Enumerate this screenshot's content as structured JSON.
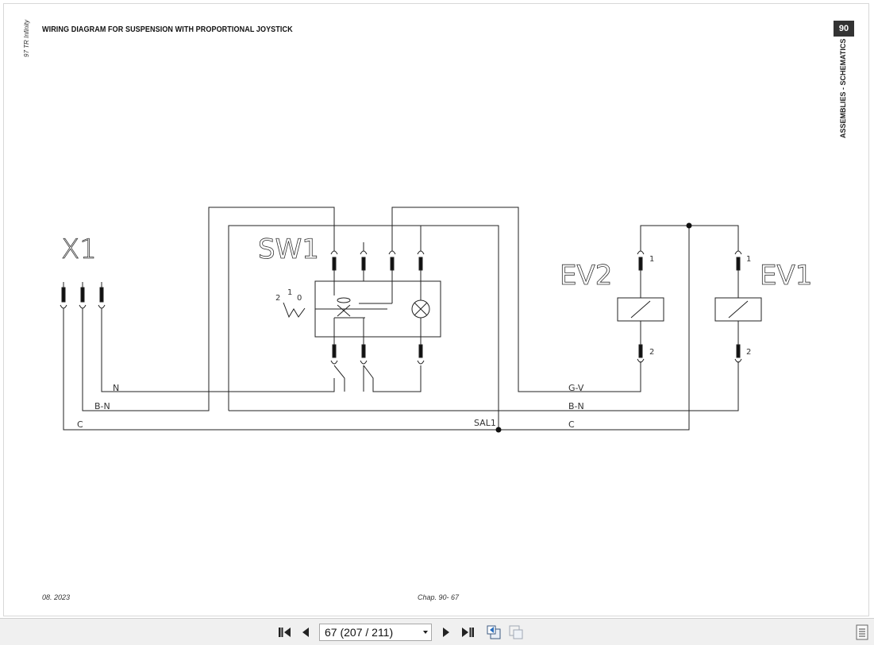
{
  "page": {
    "vertical_left": "97 TR Infinity",
    "title": "WIRING DIAGRAM FOR SUSPENSION WITH PROPORTIONAL JOYSTICK",
    "chapter_number": "90",
    "vertical_right": "ASSEMBLIES - SCHEMATICS",
    "footer_date": "08. 2023",
    "footer_chapter": "Chap. 90- 67"
  },
  "diagram": {
    "labels": {
      "x1": "X1",
      "sw1": "SW1",
      "ev2": "EV2",
      "ev1": "EV1",
      "pos2": "2",
      "pos1": "1",
      "pos0": "0",
      "wire_n": "N",
      "wire_bn_left": "B-N",
      "wire_c_left": "C",
      "wire_gv": "G-V",
      "wire_bn_right": "B-N",
      "wire_c_right": "C",
      "sal1": "SAL1",
      "ev2_pin1": "1",
      "ev2_pin2": "2",
      "ev1_pin1": "1",
      "ev1_pin2": "2"
    }
  },
  "toolbar": {
    "page_value": "67 (207 / 211)",
    "first_icon": "first-page-icon",
    "prev_icon": "previous-page-icon",
    "next_icon": "next-page-icon",
    "last_icon": "last-page-icon",
    "back_icon": "previous-view-icon",
    "forward_icon": "next-view-icon",
    "menu_icon": "menu-icon"
  }
}
